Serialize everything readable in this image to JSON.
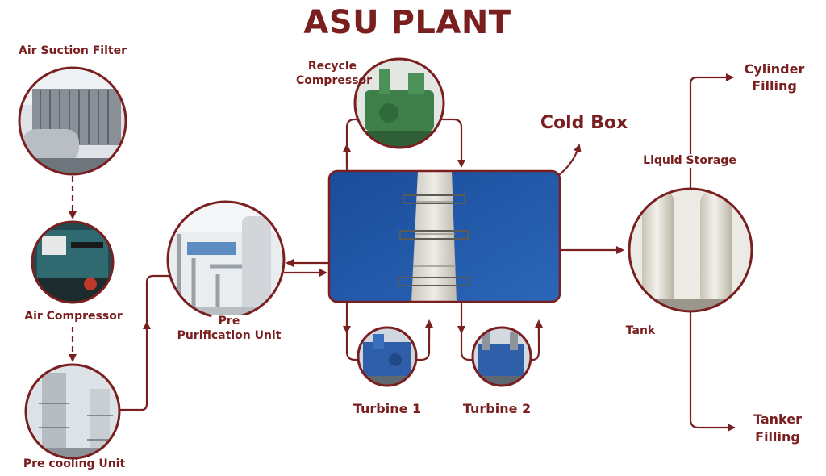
{
  "title": "ASU PLANT",
  "nodes": {
    "air_suction_filter": "Air Suction Filter",
    "air_compressor": "Air Compressor",
    "pre_cooling_unit": "Pre cooling Unit",
    "pre_purification_line1": "Pre",
    "pre_purification_line2": "Purification Unit",
    "recycle_compressor_line1": "Recycle",
    "recycle_compressor_line2": "Compressor",
    "cold_box": "Cold Box",
    "turbine_1": "Turbine 1",
    "turbine_2": "Turbine 2",
    "liquid_storage": "Liquid Storage",
    "tank": "Tank",
    "cylinder_filling_line1": "Cylinder",
    "cylinder_filling_line2": "Filling",
    "tanker_filling_line1": "Tanker",
    "tanker_filling_line2": "Filling"
  },
  "colors": {
    "accent": "#7a1f1f",
    "cold_box_sky": "#1e4f9c",
    "equipment_green": "#3f7f4a",
    "turbine_blue": "#2f5fa8"
  }
}
